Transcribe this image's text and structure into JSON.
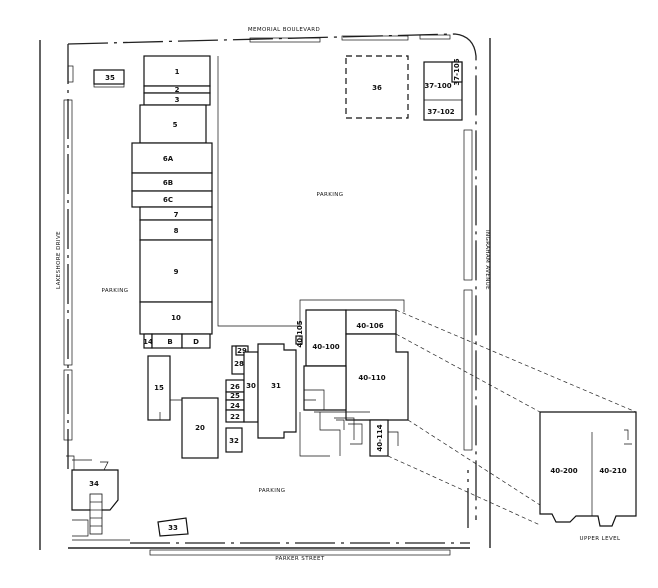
{
  "streets": {
    "north": "MEMORIAL BOULEVARD",
    "south": "PARKER STREET",
    "west": "LAKESHORE DRIVE",
    "east": "INGRAHAM AVENUE"
  },
  "parking_labels": {
    "north": "PARKING",
    "west": "PARKING",
    "south": "PARKING"
  },
  "buildings": {
    "b1": "1",
    "b2": "2",
    "b3": "3",
    "b5": "5",
    "b6a": "6A",
    "b6b": "6B",
    "b6c": "6C",
    "b7": "7",
    "b8": "8",
    "b9": "9",
    "b10": "10",
    "b14": "14",
    "b_b": "B",
    "b_d": "D",
    "b15": "15",
    "b20": "20",
    "b22": "22",
    "b24": "24",
    "b25": "25",
    "b26": "26",
    "b28": "28",
    "b29": "29",
    "b30": "30",
    "b31": "31",
    "b32": "32",
    "b33": "33",
    "b34": "34",
    "b35": "35",
    "b36": "36",
    "b37_100": "37-100",
    "b37_102": "37-102",
    "b37_105": "37-105",
    "b40_100": "40-100",
    "b40_105": "40-105",
    "b40_106": "40-106",
    "b40_110": "40-110",
    "b40_114": "40-114",
    "b40_200": "40-200",
    "b40_210": "40-210"
  },
  "inset_label": "UPPER LEVEL"
}
